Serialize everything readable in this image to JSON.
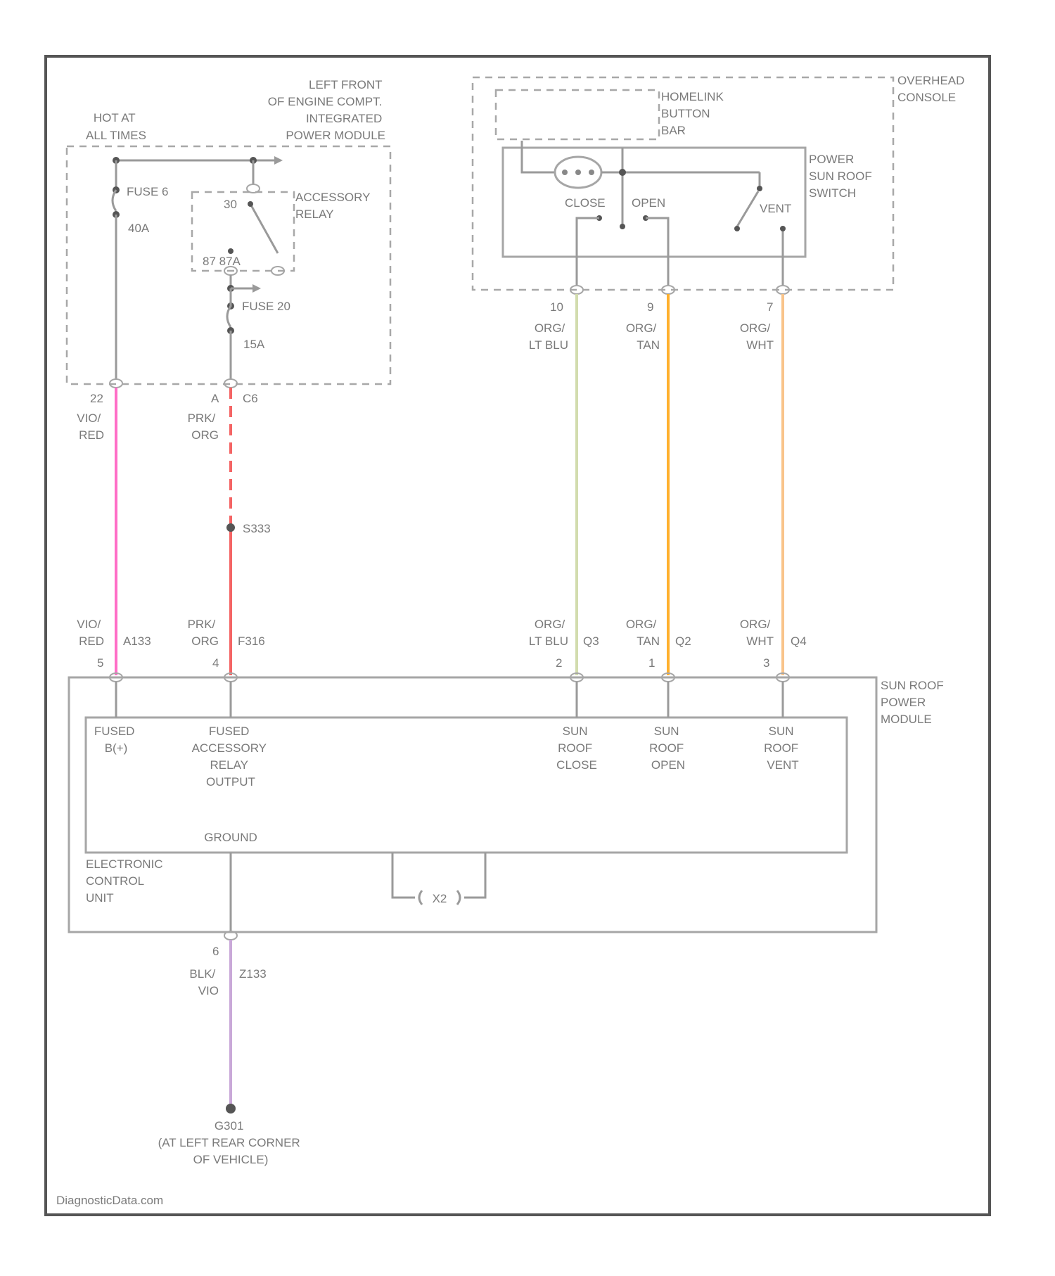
{
  "labels": {
    "hot_at_all_times": [
      "HOT AT",
      "ALL TIMES"
    ],
    "left_front_module": [
      "LEFT FRONT",
      "OF ENGINE COMPT.",
      "INTEGRATED",
      "POWER MODULE"
    ],
    "fuse_6": "FUSE 6",
    "fuse_6_rating": "40A",
    "accessory_relay": [
      "ACCESSORY",
      "RELAY"
    ],
    "relay_pin_30": "30",
    "relay_pins_bottom": "87  87A",
    "fuse_20": "FUSE 20",
    "fuse_20_rating": "15A",
    "overhead_console": [
      "OVERHEAD",
      "CONSOLE"
    ],
    "homelink_button_bar": [
      "HOMELINK",
      "BUTTON",
      "BAR"
    ],
    "power_sunroof_switch": [
      "POWER",
      "SUN ROOF",
      "SWITCH"
    ],
    "switch_close": "CLOSE",
    "switch_open": "OPEN",
    "switch_vent": "VENT",
    "sunroof_power_module": [
      "SUN ROOF",
      "POWER",
      "MODULE"
    ],
    "fused_bplus": [
      "FUSED",
      "B(+)"
    ],
    "fused_accessory_relay_output": [
      "FUSED",
      "ACCESSORY",
      "RELAY",
      "OUTPUT"
    ],
    "sunroof_close": [
      "SUN",
      "ROOF",
      "CLOSE"
    ],
    "sunroof_open": [
      "SUN",
      "ROOF",
      "OPEN"
    ],
    "sunroof_vent": [
      "SUN",
      "ROOF",
      "VENT"
    ],
    "ground": "GROUND",
    "electronic_control_unit": [
      "ELECTRONIC",
      "CONTROL",
      "UNIT"
    ],
    "internal_splice": "X2",
    "splice_s333": "S333",
    "ground_point": [
      "G301",
      "(AT LEFT REAR CORNER",
      "OF VEHICLE)"
    ],
    "watermark": "DiagnosticData.com"
  },
  "wires": {
    "batt": {
      "top_pin": "22",
      "top_color": [
        "VIO/",
        "RED"
      ],
      "bottom_color": [
        "VIO/",
        "RED"
      ],
      "circuit": "A133",
      "module_pin": "5",
      "color": "#ff6ec7"
    },
    "acc": {
      "top_pin": "A",
      "top_connector": "C6",
      "top_color": [
        "PRK/",
        "ORG"
      ],
      "bottom_color": [
        "PRK/",
        "ORG"
      ],
      "circuit": "F316",
      "module_pin": "4",
      "color": "#f46464"
    },
    "close": {
      "top_pin": "10",
      "top_color": [
        "ORG/",
        "LT BLU"
      ],
      "bottom_color": [
        "ORG/",
        "LT BLU"
      ],
      "circuit": "Q3",
      "module_pin": "2",
      "color": "#d2dcae"
    },
    "open": {
      "top_pin": "9",
      "top_color": [
        "ORG/",
        "TAN"
      ],
      "bottom_color": [
        "ORG/",
        "TAN"
      ],
      "circuit": "Q2",
      "module_pin": "1",
      "color": "#ffb02e"
    },
    "vent": {
      "top_pin": "7",
      "top_color": [
        "ORG/",
        "WHT"
      ],
      "bottom_color": [
        "ORG/",
        "WHT"
      ],
      "circuit": "Q4",
      "module_pin": "3",
      "color": "#f9c48a"
    },
    "ground": {
      "module_pin": "6",
      "color": [
        "BLK/",
        "VIO"
      ],
      "circuit": "Z133",
      "stroke": "#c9a8d8"
    }
  }
}
